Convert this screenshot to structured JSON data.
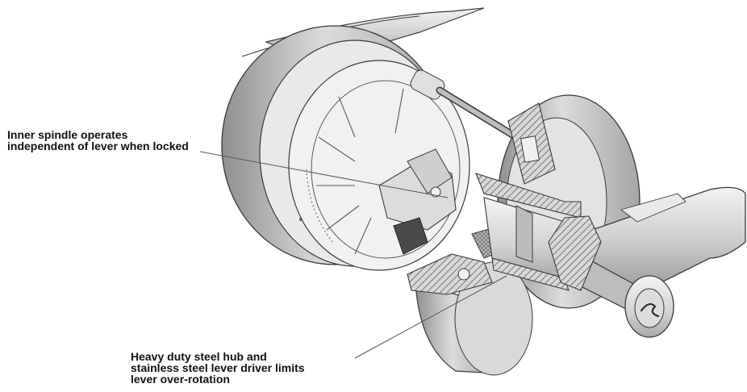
{
  "diagram": {
    "callouts": [
      {
        "id": "spindle",
        "lines": [
          "Inner spindle operates",
          "independent of lever when locked"
        ]
      },
      {
        "id": "hub",
        "lines": [
          "Heavy duty steel hub and",
          "stainless steel lever driver limits",
          "lever over-rotation"
        ]
      }
    ]
  },
  "colors": {
    "ink": "#111111",
    "lineart": "#3a3a3a",
    "metal_light": "#e6e6e6",
    "metal_mid": "#c9c9c9",
    "metal_dark": "#9a9a9a",
    "background": "#ffffff"
  }
}
